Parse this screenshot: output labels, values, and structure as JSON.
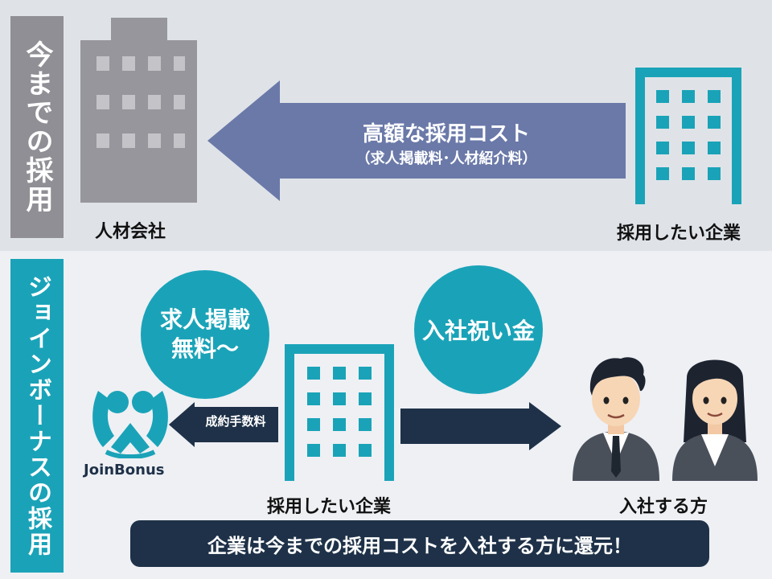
{
  "old": {
    "section_label": "今までの採用",
    "agency_label": "人材会社",
    "company_label": "採用したい企業",
    "arrow_title": "高額な採用コスト",
    "arrow_subtitle": "（求人掲載料･人材紹介料）"
  },
  "new": {
    "section_label": "ジョインボーナスの採用",
    "circle_free": "求人掲載\n無料〜",
    "circle_bonus": "入社祝い金",
    "fee_label": "成約手数料",
    "company_label": "採用したい企業",
    "hires_label": "入社する方",
    "logo_text": "JoinBonus",
    "banner": "企業は今までの採用コストを入社する方に還元！"
  },
  "colors": {
    "teal": "#1aa3b8",
    "navy": "#1e3148",
    "gray_building": "#96969c",
    "arrow_purple": "#6a79a8"
  }
}
